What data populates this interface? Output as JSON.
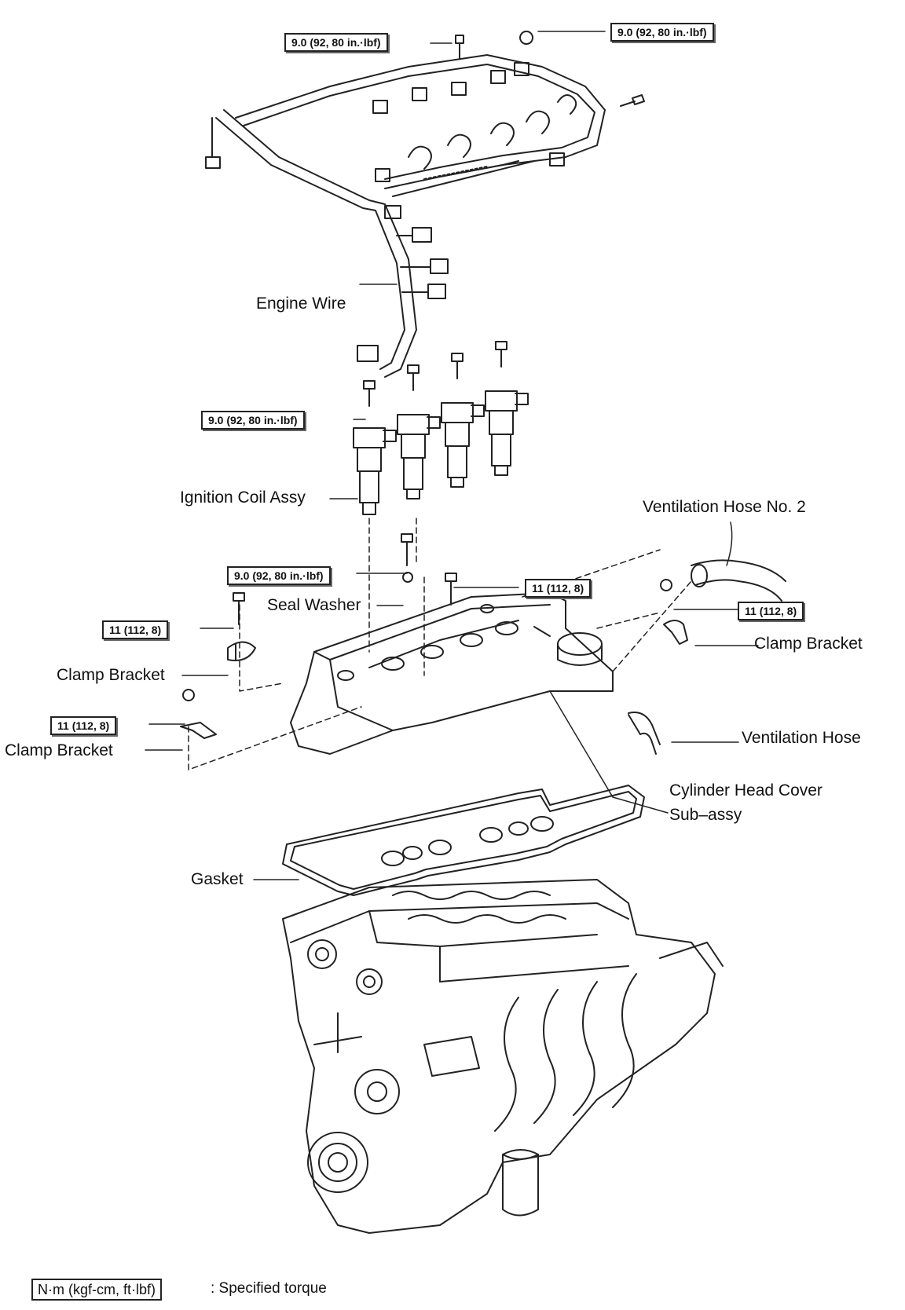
{
  "torque_specs": [
    "9.0 (92, 80 in.·lbf)",
    "9.0 (92, 80 in.·lbf)",
    "9.0 (92, 80 in.·lbf)",
    "9.0 (92, 80 in.·lbf)",
    "11 (112, 8)",
    "11 (112, 8)",
    "11 (112, 8)",
    "11 (112, 8)"
  ],
  "parts": {
    "engine_wire": "Engine Wire",
    "ignition_coil": "Ignition Coil Assy",
    "ventilation_hose_2": "Ventilation Hose No. 2",
    "seal_washer": "Seal Washer",
    "clamp_bracket": "Clamp Bracket",
    "ventilation_hose": "Ventilation Hose",
    "cylinder_head_cover_1": "Cylinder Head Cover",
    "cylinder_head_cover_2": "Sub–assy",
    "gasket": "Gasket"
  },
  "legend": {
    "unit": "N·m (kgf-cm, ft·lbf)",
    "text": ": Specified torque"
  }
}
